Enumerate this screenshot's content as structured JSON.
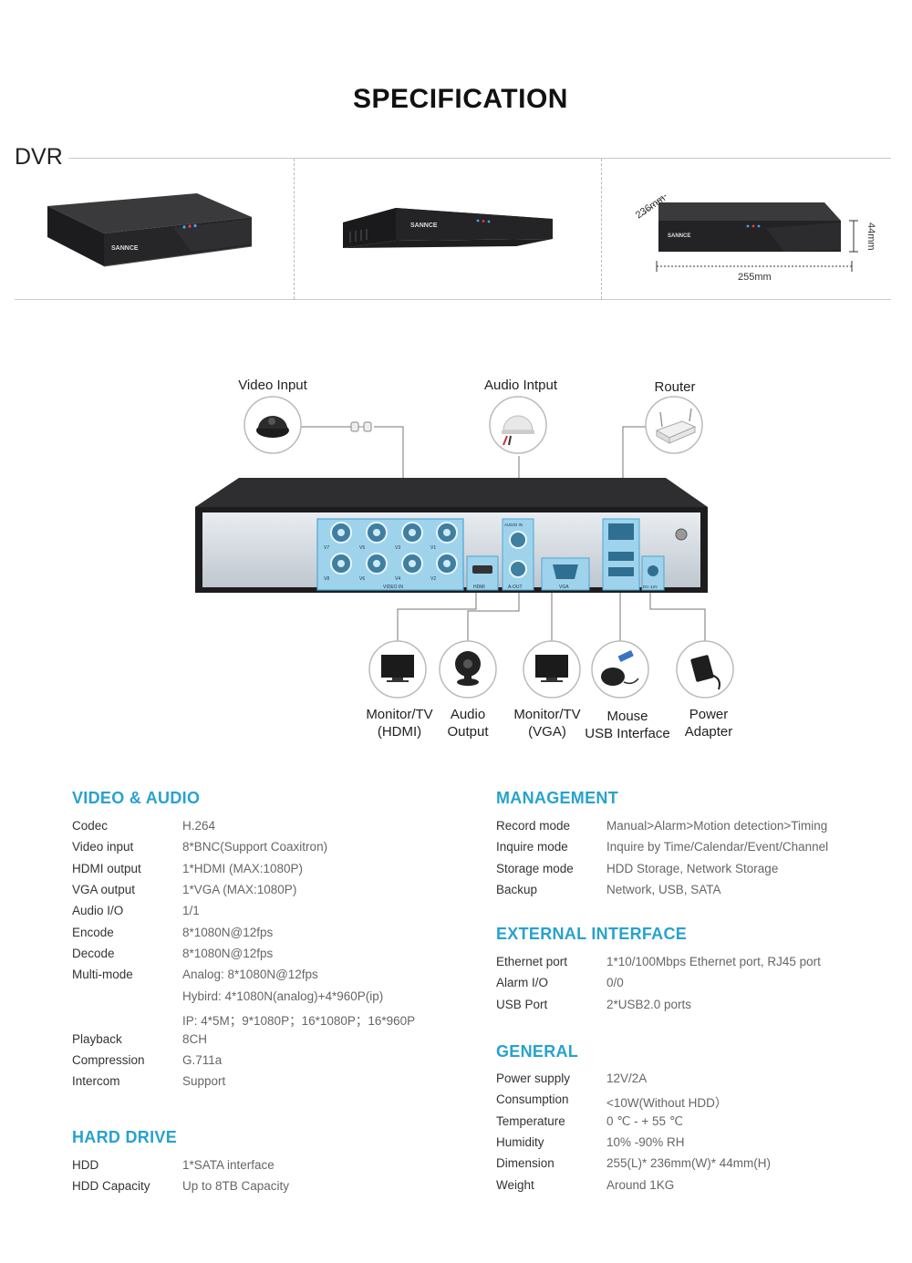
{
  "title": "SPECIFICATION",
  "dvr_label": "DVR",
  "product": {
    "brand": "SANNCE",
    "dimensions": {
      "depth": "236mm",
      "height": "44mm",
      "width": "255mm"
    }
  },
  "ports": {
    "video_in": "VIDEO IN",
    "channels": [
      "V7",
      "V5",
      "V3",
      "V1",
      "V8",
      "V6",
      "V4",
      "V2"
    ],
    "audio_in": "AUDIO IN",
    "hdmi": "HDMI",
    "a_out": "A-OUT",
    "vga": "VGA",
    "dc": "DC-12V"
  },
  "connections": {
    "top": [
      {
        "label": "Video Input"
      },
      {
        "label": "Audio Intput"
      },
      {
        "label": "Router"
      }
    ],
    "bottom": [
      {
        "line1": "Monitor/TV",
        "line2": "(HDMI)"
      },
      {
        "line1": "Audio",
        "line2": "Output"
      },
      {
        "line1": "Monitor/TV",
        "line2": "(VGA)"
      },
      {
        "line1": "Mouse",
        "line2": "USB Interface"
      },
      {
        "line1": "Power",
        "line2": "Adapter"
      }
    ]
  },
  "specs": {
    "video_audio": {
      "heading": "VIDEO & AUDIO",
      "rows": [
        {
          "k": "Codec",
          "v": "H.264"
        },
        {
          "k": "Video input",
          "v": "8*BNC(Support Coaxitron)"
        },
        {
          "k": "HDMI output",
          "v": "1*HDMI (MAX:1080P)"
        },
        {
          "k": "VGA output",
          "v": "1*VGA (MAX:1080P)"
        },
        {
          "k": "Audio I/O",
          "v": "1/1"
        },
        {
          "k": "Encode",
          "v": "8*1080N@12fps"
        },
        {
          "k": "Decode",
          "v": "8*1080N@12fps"
        },
        {
          "k": "Multi-mode",
          "v": "Analog: 8*1080N@12fps"
        },
        {
          "k": "",
          "v": "Hybird: 4*1080N(analog)+4*960P(ip)"
        },
        {
          "k": "",
          "v": "IP: 4*5M；9*1080P；16*1080P；16*960P"
        },
        {
          "k": "Playback",
          "v": "8CH"
        },
        {
          "k": "Compression",
          "v": "G.711a"
        },
        {
          "k": "Intercom",
          "v": "Support"
        }
      ]
    },
    "hard_drive": {
      "heading": "HARD DRIVE",
      "rows": [
        {
          "k": "HDD",
          "v": "1*SATA interface"
        },
        {
          "k": "HDD Capacity",
          "v": "Up to 8TB Capacity"
        }
      ]
    },
    "management": {
      "heading": "MANAGEMENT",
      "rows": [
        {
          "k": "Record mode",
          "v": "Manual>Alarm>Motion detection>Timing"
        },
        {
          "k": "Inquire mode",
          "v": "Inquire by Time/Calendar/Event/Channel"
        },
        {
          "k": "Storage mode",
          "v": "HDD Storage, Network Storage"
        },
        {
          "k": "Backup",
          "v": "Network, USB, SATA"
        }
      ]
    },
    "external": {
      "heading": "EXTERNAL INTERFACE",
      "rows": [
        {
          "k": "Ethernet port",
          "v": "1*10/100Mbps Ethernet port, RJ45 port"
        },
        {
          "k": "Alarm I/O",
          "v": "0/0"
        },
        {
          "k": "USB Port",
          "v": "2*USB2.0 ports"
        }
      ]
    },
    "general": {
      "heading": "GENERAL",
      "rows": [
        {
          "k": "Power supply",
          "v": "12V/2A"
        },
        {
          "k": "Consumption",
          "v": "<10W(Without HDD）"
        },
        {
          "k": "Temperature",
          "v": "0 ℃ - + 55 ℃"
        },
        {
          "k": "Humidity",
          "v": "10% -90% RH"
        },
        {
          "k": "Dimension",
          "v": "255(L)* 236mm(W)* 44mm(H)"
        },
        {
          "k": "Weight",
          "v": "Around 1KG"
        }
      ]
    }
  }
}
